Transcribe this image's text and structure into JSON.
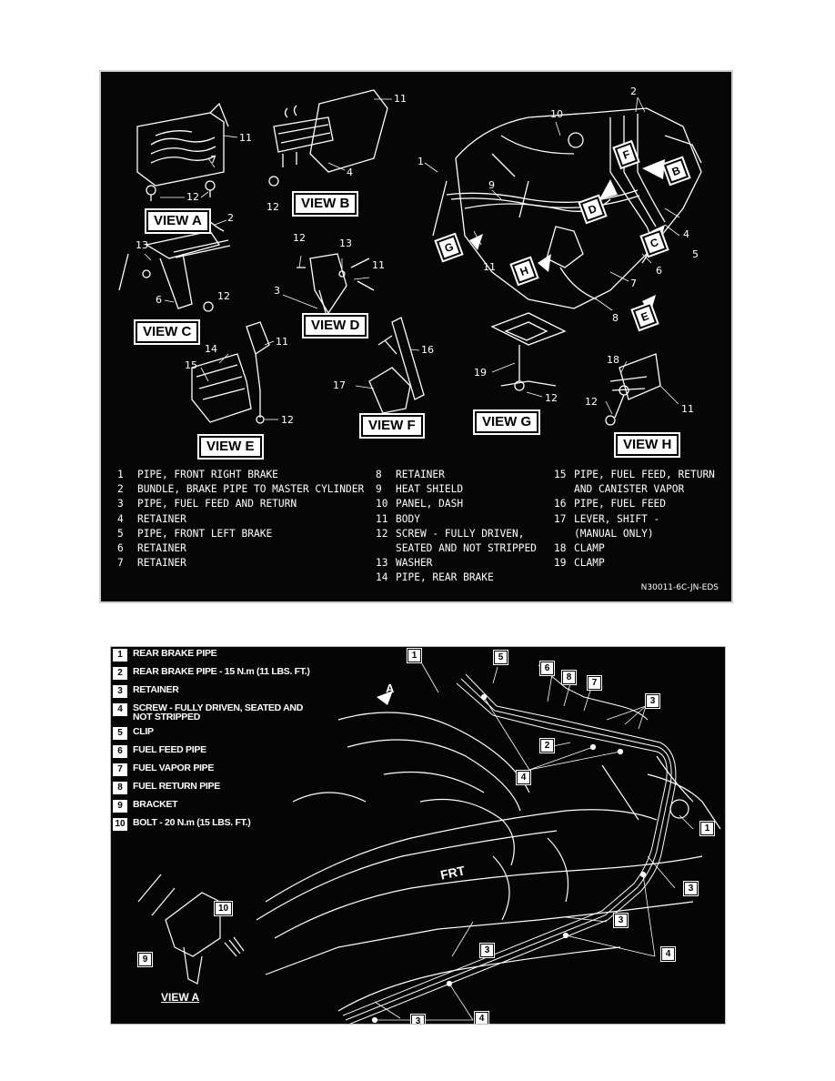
{
  "figure1": {
    "views": [
      "VIEW A",
      "VIEW B",
      "VIEW C",
      "VIEW D",
      "VIEW E",
      "VIEW F",
      "VIEW G",
      "VIEW H"
    ],
    "diagram_letters": [
      "B",
      "C",
      "D",
      "E",
      "F",
      "G",
      "H"
    ],
    "callouts": {
      "a11": "11",
      "a7": "7",
      "a12": "12",
      "b11": "11",
      "b4": "4",
      "b12": "12",
      "c2": "2",
      "c13": "13",
      "c6": "6",
      "c12": "12",
      "d12": "12",
      "d13": "13",
      "d11": "11",
      "d3": "3",
      "e14": "14",
      "e15": "15",
      "e11": "11",
      "e12": "12",
      "f16": "16",
      "f17": "17",
      "g19": "19",
      "g12": "12",
      "h18": "18",
      "h12": "12",
      "h11": "11",
      "m2": "2",
      "m10": "10",
      "m1": "1",
      "m9": "9",
      "m11": "11",
      "m4": "4",
      "m5": "5",
      "m6": "6",
      "m7": "7",
      "m8": "8"
    },
    "legend": {
      "col1": [
        {
          "n": "1",
          "t": "PIPE, FRONT RIGHT BRAKE"
        },
        {
          "n": "2",
          "t": "BUNDLE, BRAKE PIPE TO MASTER CYLINDER"
        },
        {
          "n": "3",
          "t": "PIPE, FUEL FEED AND RETURN"
        },
        {
          "n": "4",
          "t": "RETAINER"
        },
        {
          "n": "5",
          "t": "PIPE, FRONT LEFT BRAKE"
        },
        {
          "n": "6",
          "t": "RETAINER"
        },
        {
          "n": "7",
          "t": "RETAINER"
        }
      ],
      "col2": [
        {
          "n": "8",
          "t": "RETAINER"
        },
        {
          "n": "9",
          "t": "HEAT SHIELD"
        },
        {
          "n": "10",
          "t": "PANEL, DASH"
        },
        {
          "n": "11",
          "t": "BODY"
        },
        {
          "n": "12",
          "t": "SCREW - FULLY DRIVEN,"
        },
        {
          "n": "",
          "t": "SEATED AND NOT STRIPPED"
        },
        {
          "n": "13",
          "t": "WASHER"
        },
        {
          "n": "14",
          "t": "PIPE, REAR BRAKE"
        }
      ],
      "col3": [
        {
          "n": "15",
          "t": "PIPE, FUEL FEED, RETURN"
        },
        {
          "n": "",
          "t": "AND CANISTER VAPOR"
        },
        {
          "n": "16",
          "t": "PIPE, FUEL FEED"
        },
        {
          "n": "17",
          "t": "LEVER, SHIFT -"
        },
        {
          "n": "",
          "t": "(MANUAL ONLY)"
        },
        {
          "n": "18",
          "t": "CLAMP"
        },
        {
          "n": "19",
          "t": "CLAMP"
        }
      ]
    },
    "doc_code": "N30011-6C-JN-EDS"
  },
  "figure2": {
    "legend": [
      {
        "n": "1",
        "t": "REAR BRAKE PIPE"
      },
      {
        "n": "2",
        "t": "REAR BRAKE PIPE - 15 N.m (11 LBS. FT.)"
      },
      {
        "n": "3",
        "t": "RETAINER"
      },
      {
        "n": "4",
        "t": "SCREW - FULLY DRIVEN, SEATED AND NOT STRIPPED"
      },
      {
        "n": "5",
        "t": "CLIP"
      },
      {
        "n": "6",
        "t": "FUEL FEED PIPE"
      },
      {
        "n": "7",
        "t": "FUEL VAPOR PIPE"
      },
      {
        "n": "8",
        "t": "FUEL RETURN PIPE"
      },
      {
        "n": "9",
        "t": "BRACKET"
      },
      {
        "n": "10",
        "t": "BOLT - 20 N.m (15 LBS. FT.)"
      }
    ],
    "tags": {
      "t1a": "1",
      "t5": "5",
      "t6": "6",
      "t8": "8",
      "t7": "7",
      "t3a": "3",
      "t2": "2",
      "t4a": "4",
      "t1b": "1",
      "t3b": "3",
      "t3c": "3",
      "t4b": "4",
      "t3d": "3",
      "t3e": "3",
      "t4c": "4",
      "t9": "9",
      "t10": "10"
    },
    "view_label": "VIEW A",
    "frt_label": "FRT",
    "arrow_label": "A"
  }
}
